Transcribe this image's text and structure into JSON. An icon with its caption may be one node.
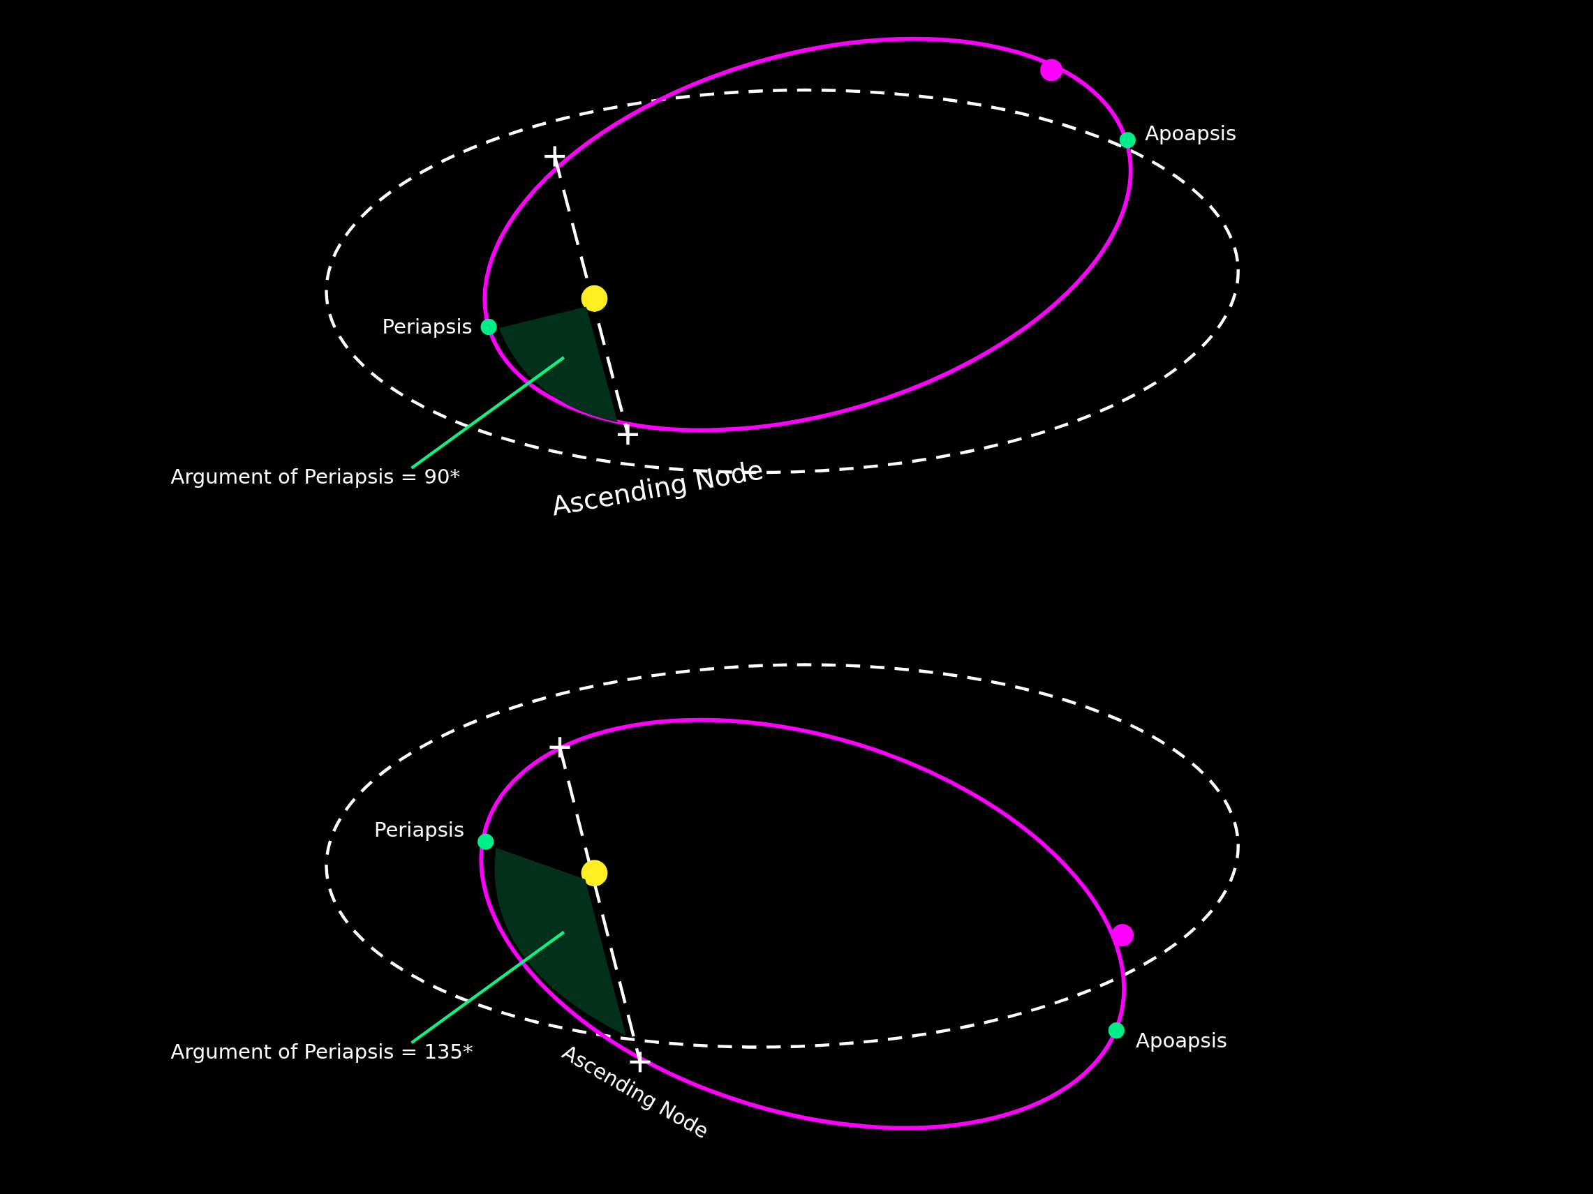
{
  "diagram": {
    "nodes": [
      {
        "text": [
          "Argument of Periapsis = 90*"
        ]
      },
      {
        "text": [],
        "shape": "wedge"
      },
      {
        "text": [
          "Argument of Periapsis = 135*"
        ]
      },
      {
        "text": [],
        "shape": "wedge"
      }
    ],
    "edges": [
      {
        "from": 0,
        "to": 1,
        "arrow": "none"
      },
      {
        "from": 2,
        "to": 3,
        "arrow": "none"
      }
    ],
    "labels": [
      "Apoapsis",
      "Periapsis",
      "Ascending Node",
      "Periapsis",
      "Apoapsis",
      "Ascending Node"
    ]
  }
}
